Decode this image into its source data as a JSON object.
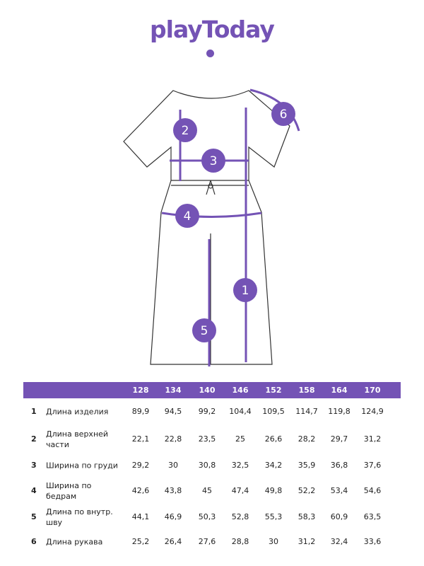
{
  "brand": "playToday",
  "colors": {
    "accent": "#7453b5"
  },
  "markers": [
    "1",
    "2",
    "3",
    "4",
    "5",
    "6"
  ],
  "table": {
    "sizes": [
      "128",
      "134",
      "140",
      "146",
      "152",
      "158",
      "164",
      "170"
    ],
    "rows": [
      {
        "n": "1",
        "label": "Длина изделия",
        "values": [
          "89,9",
          "94,5",
          "99,2",
          "104,4",
          "109,5",
          "114,7",
          "119,8",
          "124,9"
        ]
      },
      {
        "n": "2",
        "label": "Длина верхней части",
        "values": [
          "22,1",
          "22,8",
          "23,5",
          "25",
          "26,6",
          "28,2",
          "29,7",
          "31,2"
        ]
      },
      {
        "n": "3",
        "label": "Ширина по груди",
        "values": [
          "29,2",
          "30",
          "30,8",
          "32,5",
          "34,2",
          "35,9",
          "36,8",
          "37,6"
        ]
      },
      {
        "n": "4",
        "label": "Ширина по бедрам",
        "values": [
          "42,6",
          "43,8",
          "45",
          "47,4",
          "49,8",
          "52,2",
          "53,4",
          "54,6"
        ]
      },
      {
        "n": "5",
        "label": "Длина по внутр. шву",
        "values": [
          "44,1",
          "46,9",
          "50,3",
          "52,8",
          "55,3",
          "58,3",
          "60,9",
          "63,5"
        ]
      },
      {
        "n": "6",
        "label": "Длина рукава",
        "values": [
          "25,2",
          "26,4",
          "27,6",
          "28,8",
          "30",
          "31,2",
          "32,4",
          "33,6"
        ]
      }
    ]
  }
}
